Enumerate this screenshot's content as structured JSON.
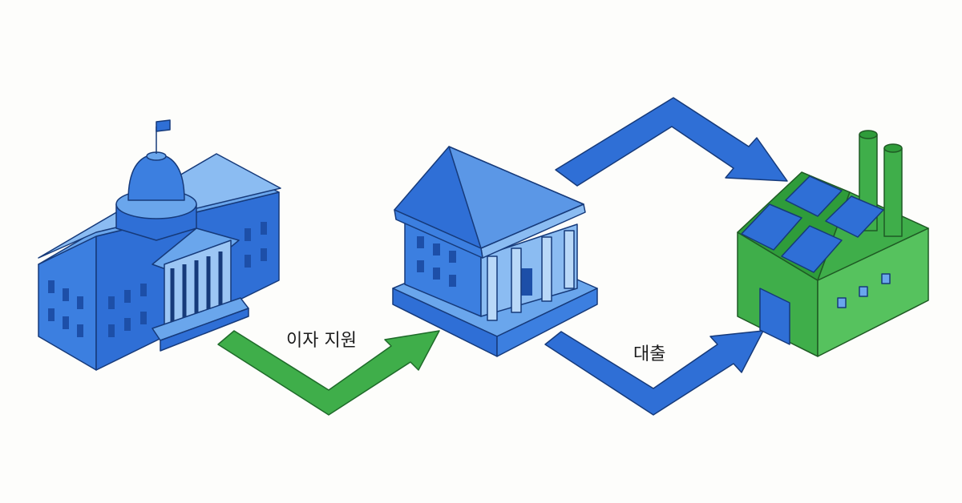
{
  "labels": {
    "interest_support": "이자 지원",
    "loan": "대출"
  },
  "nodes": [
    "government-capitol",
    "bank",
    "solar-factory"
  ],
  "colors": {
    "blue": "#2f6fd6",
    "light_blue": "#6aa6ec",
    "green": "#3fae4a",
    "outline": "#163a7a"
  }
}
